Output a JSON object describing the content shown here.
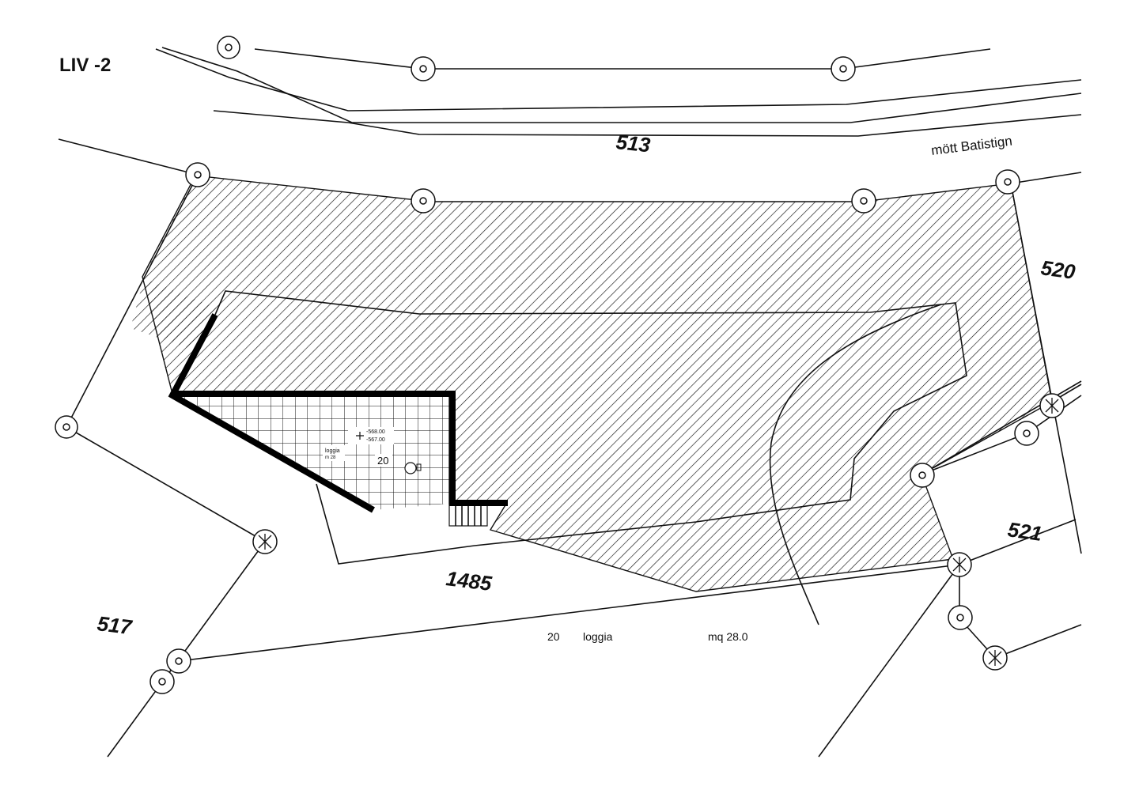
{
  "level_label": "LIV -2",
  "street_name": "mött Batistign",
  "parcels": {
    "p513": "513",
    "p520": "520",
    "p521": "521",
    "p517": "517",
    "p1485": "1485"
  },
  "loggia_plan": {
    "room_number": "20",
    "room_label": "loggia",
    "room_sublabel": "m 28",
    "elevation_top": "-568.00",
    "elevation_bottom": "-567.00"
  },
  "legend": {
    "room_number": "20",
    "room_name": "loggia",
    "area": "mq 28.0"
  },
  "colors": {
    "line": "#111111",
    "background": "#ffffff"
  }
}
